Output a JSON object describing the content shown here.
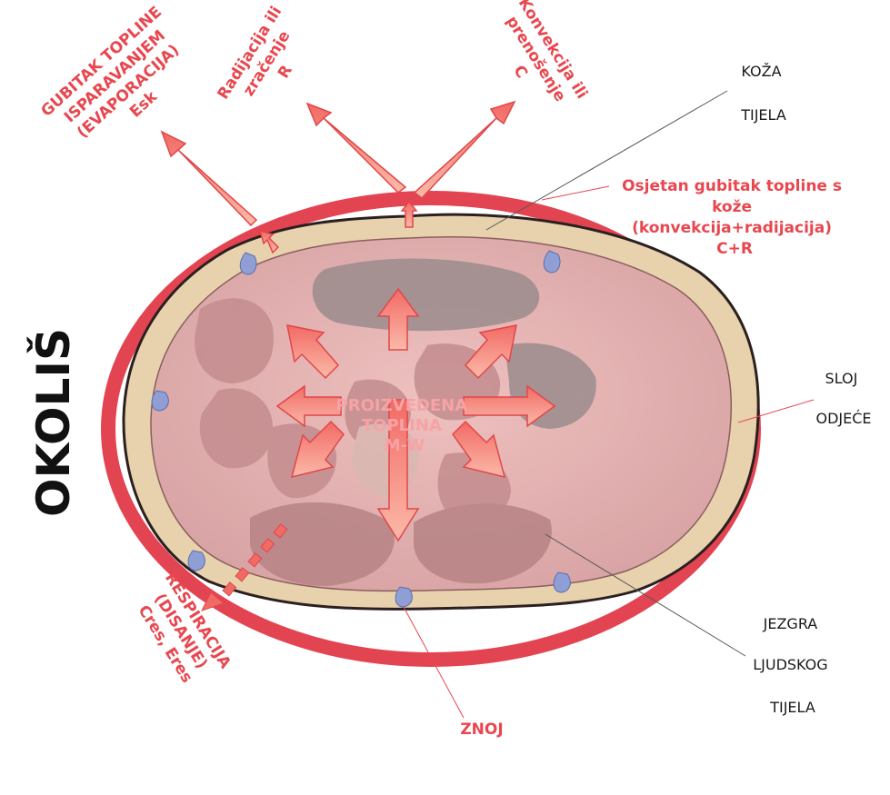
{
  "environment": {
    "label": "OKOLIŠ"
  },
  "arrows_out": {
    "evaporation": {
      "lines": [
        "GUBITAK TOPLINE",
        "ISPARAVANJEM",
        "(EVAPORACIJA)",
        "Esk"
      ]
    },
    "radiation": {
      "lines": [
        "Radijacija ili",
        "zračenje",
        "R"
      ]
    },
    "convection": {
      "lines": [
        "Konvekcija ili",
        "prenošenje",
        "C"
      ]
    },
    "respiration": {
      "lines": [
        "RESPIRACIJA",
        "(DISANJE)",
        "Cres, Eres"
      ]
    }
  },
  "callouts": {
    "skin": {
      "lines": [
        "KOŽA",
        "TIJELA"
      ]
    },
    "sensible_loss": {
      "lines": [
        "Osjetan gubitak topline s",
        "kože",
        "(konvekcija+radijacija)",
        "C+R"
      ]
    },
    "clothing": {
      "lines": [
        "SLOJ",
        "ODJEĆE"
      ]
    },
    "core": {
      "lines": [
        "JEZGRA",
        "LJUDSKOG",
        "TIJELA"
      ]
    },
    "sweat": {
      "label": "ZNOJ"
    }
  },
  "center": {
    "lines": [
      "PROIZVEDENA",
      "TOPLINA",
      "M-W"
    ]
  },
  "colors": {
    "accent_red": "#e8474f",
    "clothing_ring": "#e34452",
    "skin_layer": "#e8d2ad",
    "tissue": "#d9a6a7",
    "organ": "#c48d8f",
    "cavity": "#9c8c8d",
    "sweat_drop": "#8f9fd6"
  }
}
